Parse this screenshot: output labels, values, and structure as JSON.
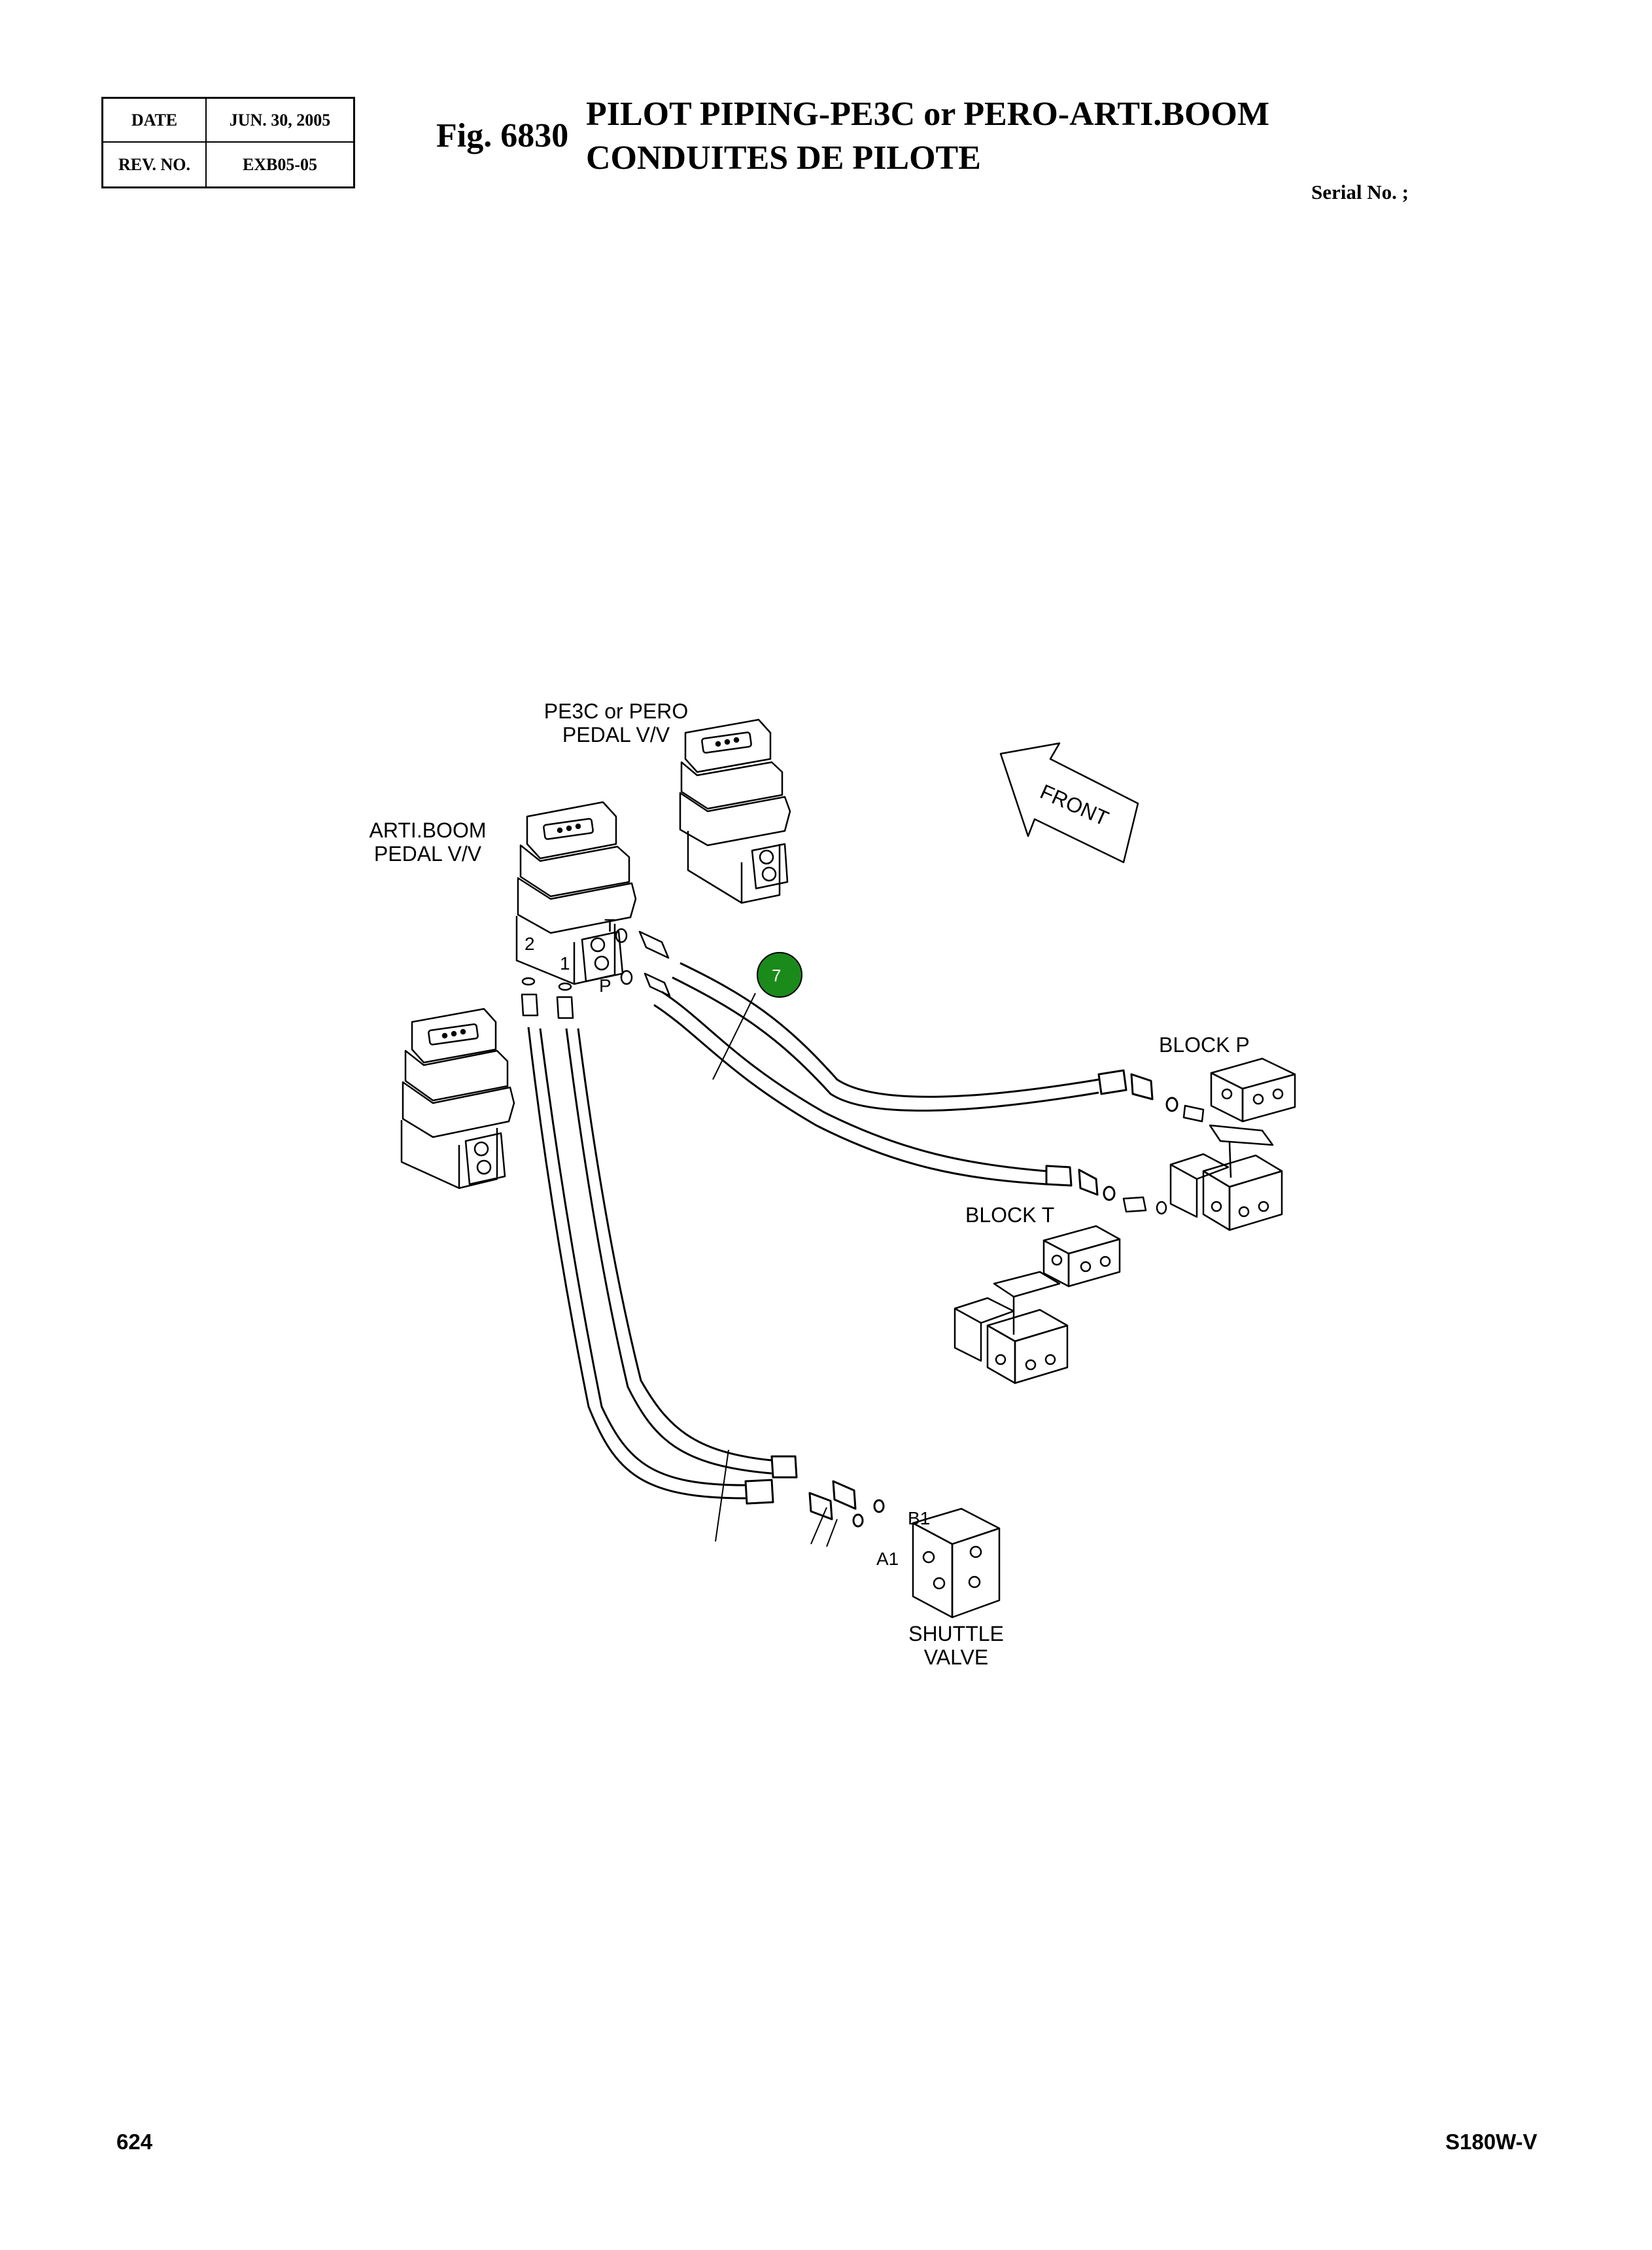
{
  "header": {
    "date_label": "DATE",
    "date_value": "JUN. 30, 2005",
    "rev_label": "REV. NO.",
    "rev_value": "EXB05-05",
    "fig_label": "Fig. 6830",
    "title_line1": "PILOT PIPING-PE3C or PERO-ARTI.BOOM",
    "title_line2": "CONDUITES DE PILOTE",
    "serial": "Serial No. ;"
  },
  "diagram": {
    "labels": {
      "pe3c_line1": "PE3C or PERO",
      "pe3c_line2": "PEDAL V/V",
      "arti_line1": "ARTI.BOOM",
      "arti_line2": "PEDAL V/V",
      "front": "FRONT",
      "port_t": "T",
      "port_p": "P",
      "port_1": "1",
      "port_2": "2",
      "block_p": "BLOCK P",
      "block_t": "BLOCK T",
      "port_b1": "B1",
      "port_a1": "A1",
      "shuttle_line1": "SHUTTLE",
      "shuttle_line2": "VALVE"
    },
    "callout": {
      "number": "7",
      "color": "#1a8a1a"
    }
  },
  "footer": {
    "page_number": "624",
    "model": "S180W-V"
  }
}
